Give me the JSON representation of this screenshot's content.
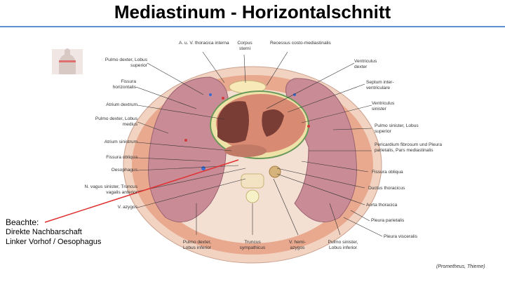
{
  "title": "Mediastinum - Horizontalschnitt",
  "labels": {
    "thoracica_interna": "A. u. V. thoracica interna",
    "corpus_sterni": "Corpus sterni",
    "recessus": "Recessus costo-mediastinalis",
    "pulmo_dexter_sup": "Pulmo dexter, Lobus superior",
    "fissura_horizontalis": "Fissura horizontalis",
    "atrium_dextrum": "Atrium dextrum",
    "pulmo_dexter_medius": "Pulmo dexter, Lobus medius",
    "atrium_sinistrum": "Atrium sinistrum",
    "fissura_obliqua_left": "Fissura obliqua",
    "oesophagus": "Oesophagus",
    "n_vagus": "N. vagus sinister, Truncus vagalis anterior",
    "v_azygos": "V. azygos",
    "ventriculus_dexter": "Ventriculus dexter",
    "septum": "Septum inter-ventriculare",
    "ventriculus_sinister": "Ventriculus sinister",
    "pulmo_sinister_sup": "Pulmo sinister, Lobus superior",
    "pericardium": "Pericardium fibrosum und Pleura parietalis, Pars mediastinalis",
    "fissura_obliqua_right": "Fissura obliqua",
    "ductus_thoracicus": "Ductus thoracicus",
    "aorta_thoracica": "Aorta thoracica",
    "pleura_parietalis": "Pleura parietalis",
    "pleura_visceralis": "Pleura visceralis",
    "pulmo_dexter_inf": "Pulmo dexter, Lobus inferior",
    "truncus_symp": "Truncus sympathicus",
    "v_hemiazygos": "V. hemi-azygos",
    "pulmo_sinister_inf": "Pulmo sinister, Lobus inferior"
  },
  "note": {
    "heading": "Beachte:",
    "line1": "Direkte Nachbarschaft",
    "line2": "Linker Vorhof / Oesophagus"
  },
  "citation": "(Prometheus, Thieme)",
  "colors": {
    "accent_rule": "#5b8fd0",
    "pointer": "#e03030",
    "muscle": "#e8a98f",
    "lung": "#c98c97",
    "heart": "#d98a72"
  }
}
